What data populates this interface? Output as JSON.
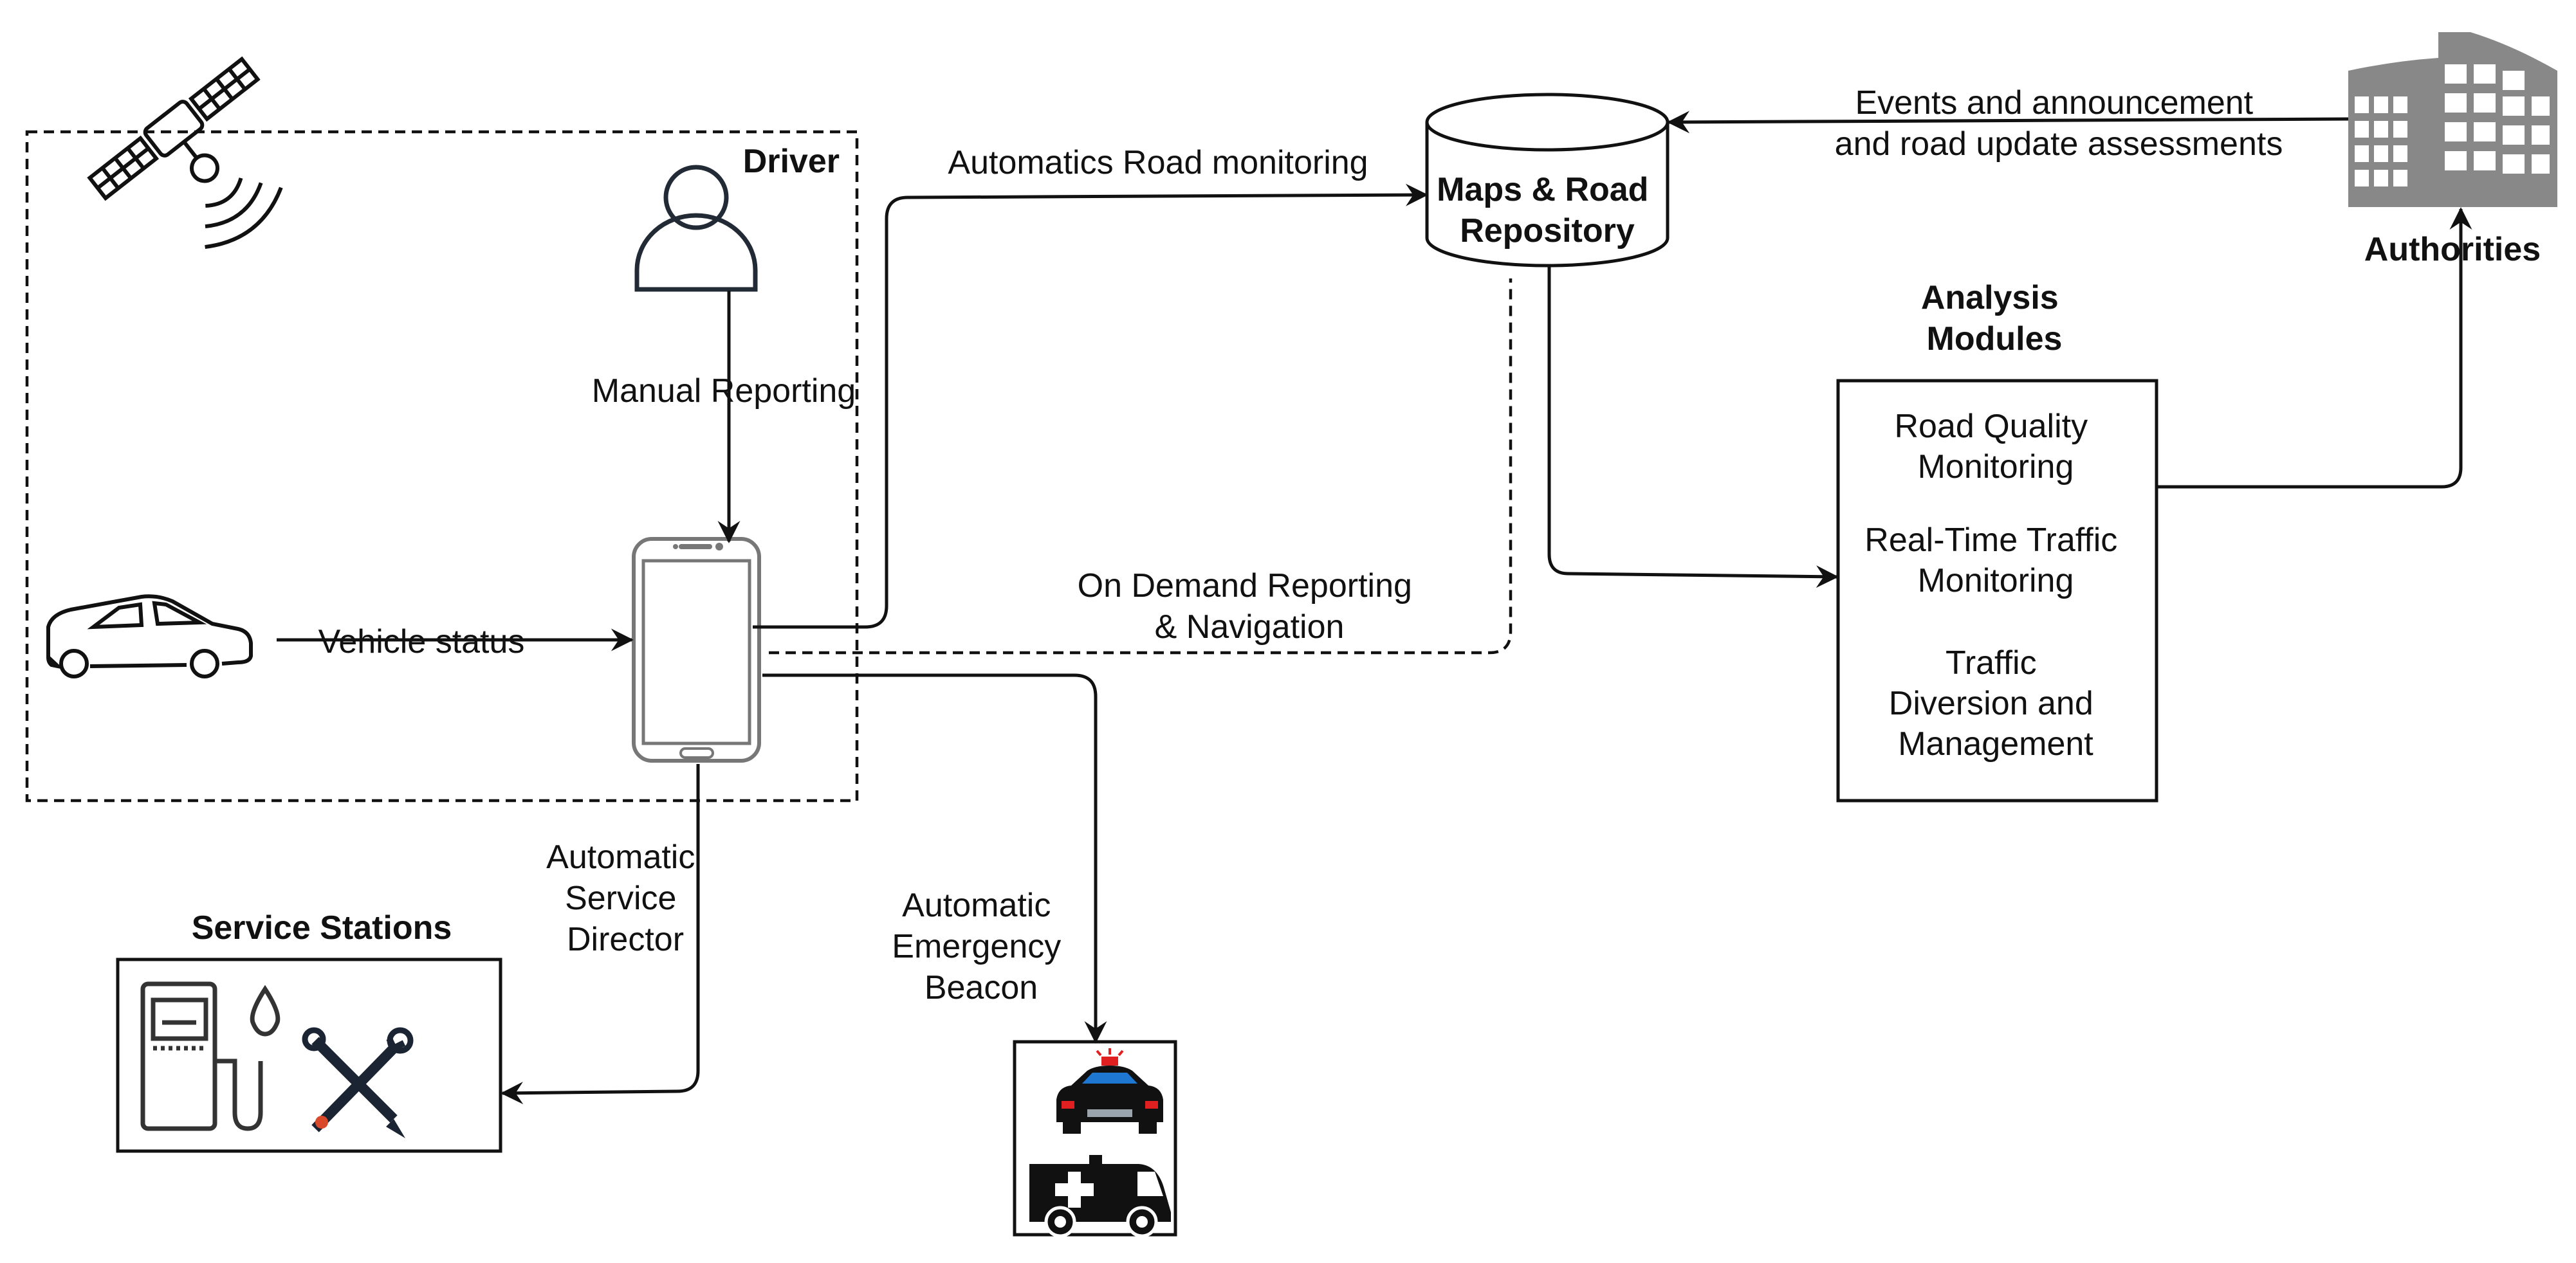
{
  "nodes": {
    "driver": {
      "label": "Driver"
    },
    "maps_repository": {
      "lines": [
        "Maps & Road",
        "Repository"
      ]
    },
    "authorities": {
      "label": "Authorities"
    },
    "analysis_modules": {
      "title": [
        "Analysis",
        "Modules"
      ],
      "items": [
        [
          "Road Quality",
          "Monitoring"
        ],
        [
          "Real-Time Traffic",
          "Monitoring"
        ],
        [
          "Traffic",
          "Diversion and",
          "Management"
        ]
      ]
    },
    "service_stations": {
      "label": "Service Stations"
    }
  },
  "edges": {
    "manual_reporting": "Manual Reporting",
    "vehicle_status": "Vehicle status",
    "automatic_road_monitoring": "Automatics Road monitoring",
    "on_demand": [
      "On Demand Reporting",
      "& Navigation"
    ],
    "events": [
      "Events and announcement",
      "and road update assessments"
    ],
    "service_director": [
      "Automatic",
      "Service",
      "Director"
    ],
    "emergency_beacon": [
      "Automatic",
      "Emergency",
      "Beacon"
    ]
  },
  "icons": [
    "satellite-icon",
    "person-icon",
    "smartphone-icon",
    "car-icon",
    "database-icon",
    "building-icon",
    "fuel-pump-icon",
    "wrench-screwdriver-icon",
    "police-car-icon",
    "ambulance-icon"
  ],
  "colors": {
    "stroke": "#111111",
    "building": "#888888",
    "siren": "#e02020",
    "windshield": "#1e78d2"
  }
}
